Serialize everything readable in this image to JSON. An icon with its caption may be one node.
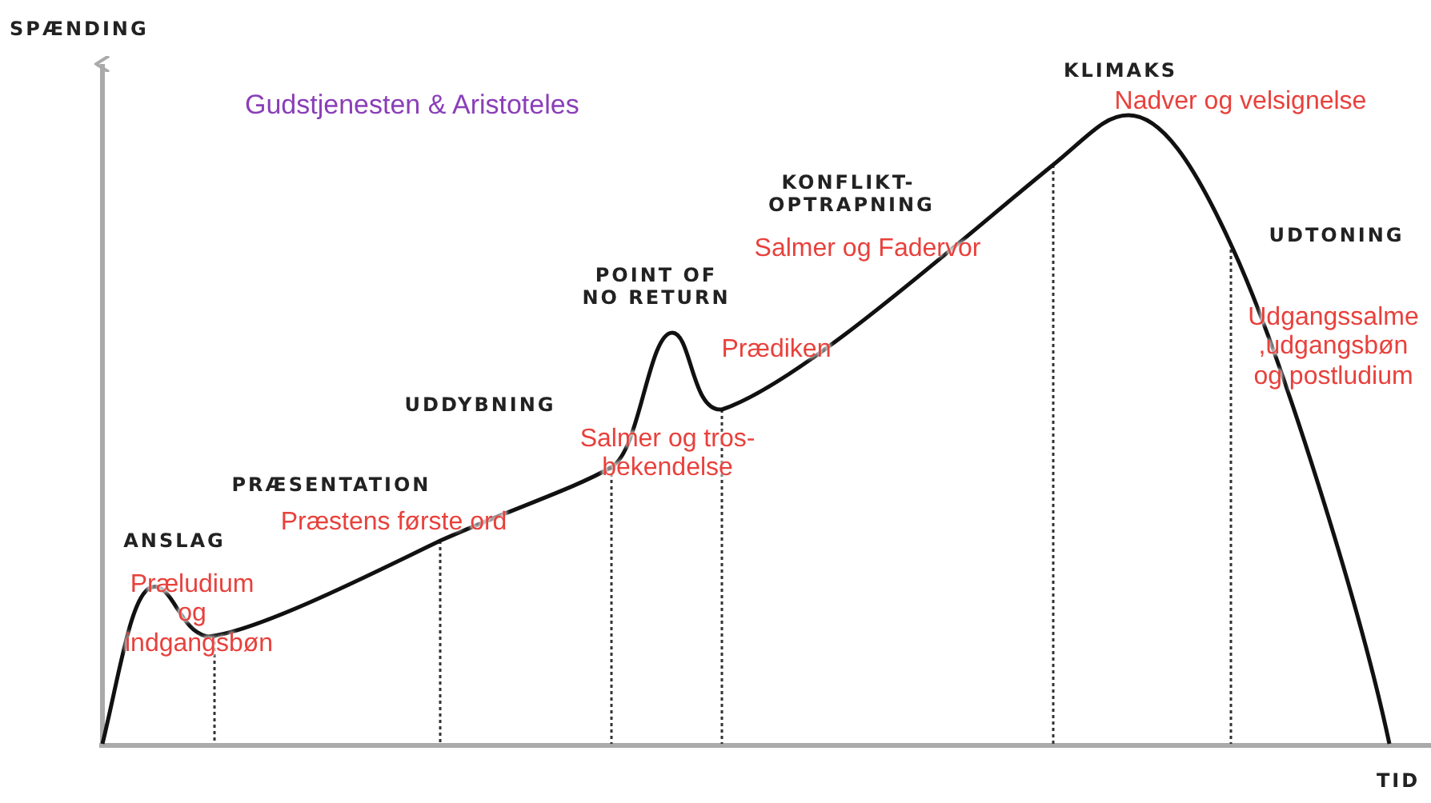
{
  "diagram": {
    "title": "Gudstjenesten & Aristoteles",
    "labels": [
      "SPÆNDING",
      "KLIMAKS",
      "Nadver og velsignelse",
      "KONFLIKT- OPTRAPNING",
      "Salmer og Fadervor",
      "UDTONING",
      "POINT OF NO RETURN",
      "Prædiken",
      "UDDYBNING",
      "Salmer og tros- bekendelse",
      "PRÆSENTATION",
      "Præstens første ord",
      "ANSLAG",
      "Præludium og indgangsbøn",
      "Udgangssalme ,udgangsbøn og postludium",
      "TID"
    ]
  }
}
